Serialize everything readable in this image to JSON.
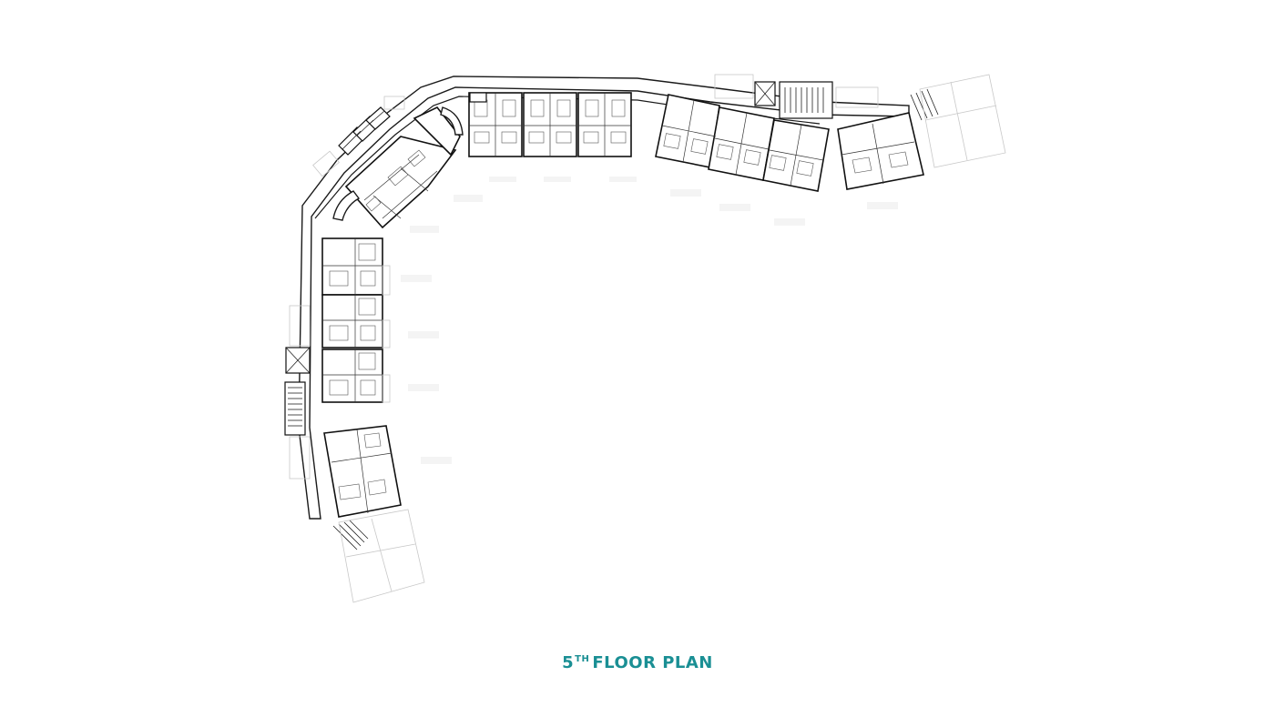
{
  "title": {
    "prefix": "5",
    "superscript": "TH",
    "main": "FLOOR PLAN"
  },
  "colors": {
    "title": "#1a8f94",
    "linework": "#1a1a1a",
    "background": "#ffffff"
  }
}
